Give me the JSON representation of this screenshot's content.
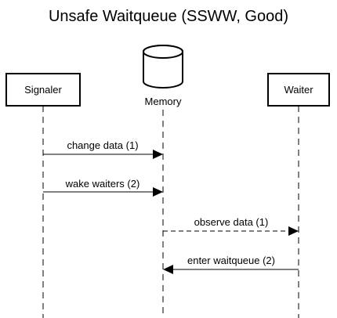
{
  "title": "Unsafe Waitqueue (SSWW, Good)",
  "participants": [
    {
      "id": "signaler",
      "label": "Signaler",
      "kind": "box"
    },
    {
      "id": "memory",
      "label": "Memory",
      "kind": "database"
    },
    {
      "id": "waiter",
      "label": "Waiter",
      "kind": "box"
    }
  ],
  "messages": [
    {
      "label": "change data (1)",
      "from": "signaler",
      "to": "memory",
      "style": "solid"
    },
    {
      "label": "wake waiters (2)",
      "from": "signaler",
      "to": "memory",
      "style": "solid"
    },
    {
      "label": "observe data (1)",
      "from": "memory",
      "to": "waiter",
      "style": "dashed"
    },
    {
      "label": "enter waitqueue (2)",
      "from": "waiter",
      "to": "memory",
      "style": "solid"
    }
  ]
}
